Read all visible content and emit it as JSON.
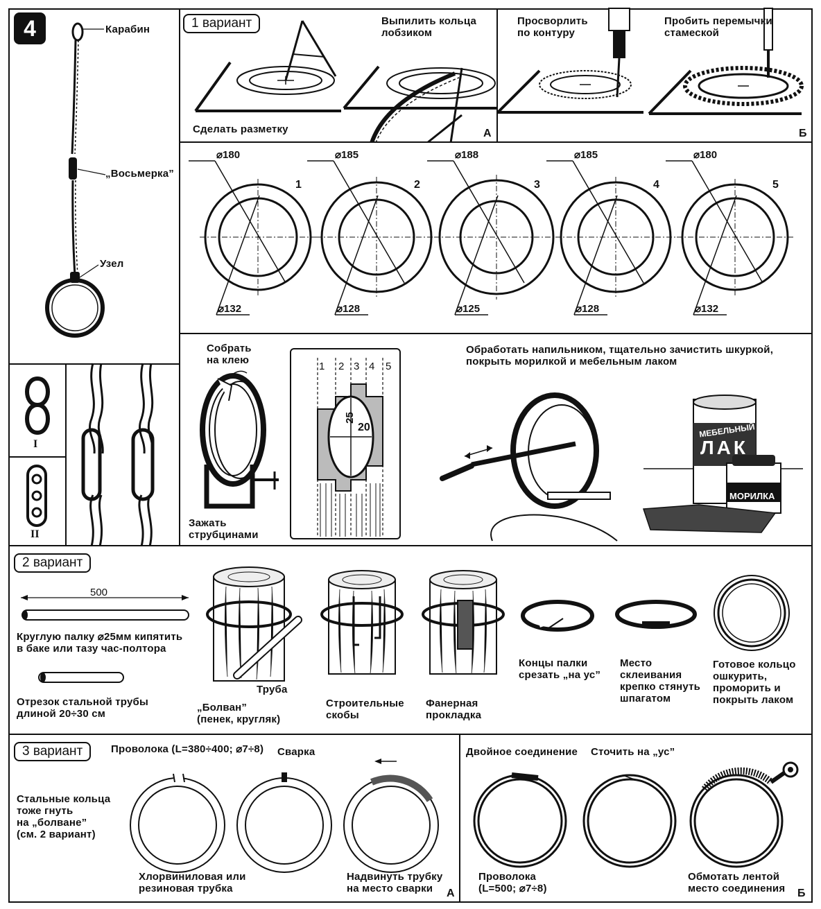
{
  "figure_number": "4",
  "left_panel": {
    "carabiner": "Карабин",
    "figure_eight": "„Восьмерка”",
    "knot": "Узел",
    "type_1": "I",
    "type_2": "II"
  },
  "variant1": {
    "title": "1 вариант",
    "mark": "Сделать разметку",
    "jigsaw": "Выпилить кольца\nлобзиком",
    "drill": "Просворлить\nпо контуру",
    "chisel": "Пробить перемычки\nстамеской",
    "corner_a": "А",
    "corner_b": "Б",
    "rings": [
      {
        "num": "1",
        "outer": "⌀180",
        "inner": "⌀132"
      },
      {
        "num": "2",
        "outer": "⌀185",
        "inner": "⌀128"
      },
      {
        "num": "3",
        "outer": "⌀188",
        "inner": "⌀125"
      },
      {
        "num": "4",
        "outer": "⌀185",
        "inner": "⌀128"
      },
      {
        "num": "5",
        "outer": "⌀180",
        "inner": "⌀132"
      }
    ],
    "glue": "Собрать\nна клею",
    "clamp": "Зажать\nструбцинами",
    "layers": [
      "1",
      "2",
      "3",
      "4",
      "5"
    ],
    "section_h": "25",
    "section_w": "20",
    "finish": "Обработать напильником, тщательно зачистить шкуркой,\nпокрыть морилкой и мебельным лаком",
    "can_label_1": "МЕБЕЛЬНЫЙ",
    "can_label_2": "ЛАК",
    "jar_label": "МОРИЛКА"
  },
  "variant2": {
    "title": "2 вариант",
    "length": "500",
    "boil": "Круглую палку ⌀25мм кипятить\nв баке или тазу час-полтора",
    "pipe_piece": "Отрезок стальной трубы\nдлиной 20÷30 см",
    "pipe": "Труба",
    "blank": "„Болван”\n(пенек, кругляк)",
    "staples": "Строительные\nскобы",
    "plywood": "Фанерная\nпрокладка",
    "ends": "Концы палки\nсрезать „на ус”",
    "glue_place": "Место\nсклеивания\nкрепко стянуть\nшпагатом",
    "finished": "Готовое кольцо\nошкурить,\nпроморить и\nпокрыть лаком"
  },
  "variant3": {
    "title": "3 вариант",
    "wire": "Проволока (L=380÷400; ⌀7÷8)",
    "weld": "Сварка",
    "steel_rings": "Стальные кольца\nтоже гнуть\nна „болване”\n(см. 2 вариант)",
    "pvc": "Хлорвиниловая или\nрезиновая трубка",
    "slide": "Надвинуть трубку\nна место сварки",
    "corner_a": "А",
    "double": "Двойное соединение",
    "sharpen": "Сточить на „ус”",
    "wire2": "Проволока\n(L=500; ⌀7÷8)",
    "tape": "Обмотать лентой\nместо соединения",
    "corner_b": "Б"
  }
}
